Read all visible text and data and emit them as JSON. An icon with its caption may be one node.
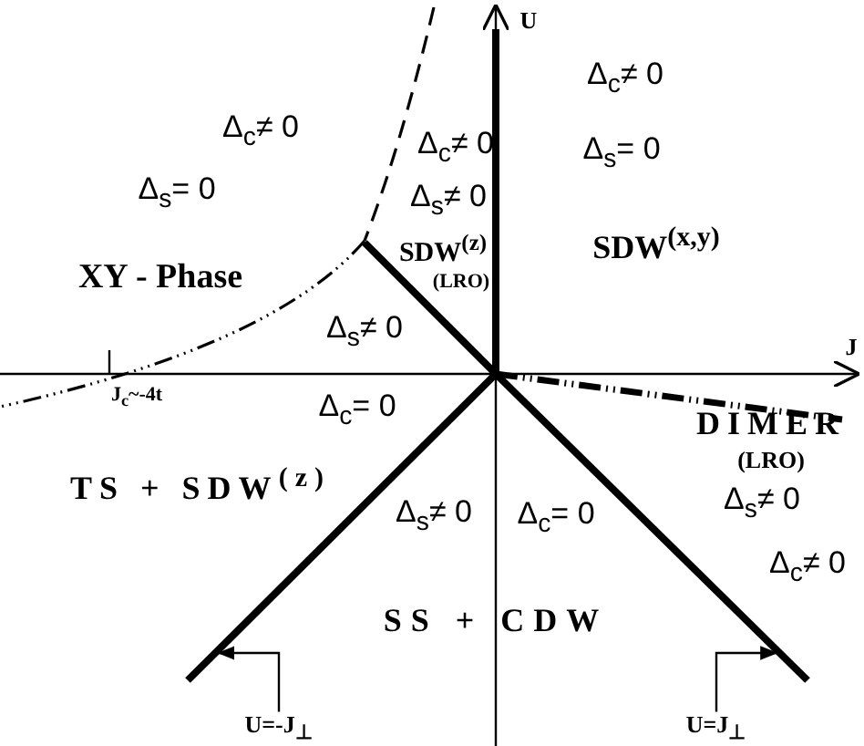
{
  "diagram": {
    "nodes": [
      {
        "text": [
          "U=-J$_{⊥}$"
        ]
      },
      {
        "text": [
          "U=J$_{⊥}$"
        ]
      },
      {
        "text": [],
        "shape": "line"
      },
      {
        "text": [],
        "shape": "line"
      }
    ],
    "edges": [
      {
        "from": 0,
        "to": 2,
        "arrow": "to"
      },
      {
        "from": 1,
        "to": 3,
        "arrow": "to"
      }
    ],
    "labels": [
      "U",
      "Δ$_{c}$≠ 0",
      "Δ$_{c}$≠ 0",
      "Δ$_{c}$≠ 0",
      "Δ$_{s}$= 0",
      "Δ$_{s}$= 0",
      "Δ$_{s}$≠ 0",
      "SDW$^{(z)}$",
      "(LRO)",
      "SDW$^{(x,y)}$",
      "XY - Phase",
      "Δ$_{s}$≠ 0",
      "J",
      "J$_{c}$~-4t",
      "Δ$_{c}$= 0",
      "DIMER",
      "(LRO)",
      "TS + SDW$^{(z)}$",
      "Δ$_{s}$≠ 0",
      "Δ$_{s}$≠ 0",
      "Δ$_{c}$= 0",
      "Δ$_{c}$≠ 0",
      "SS + CDW"
    ]
  }
}
